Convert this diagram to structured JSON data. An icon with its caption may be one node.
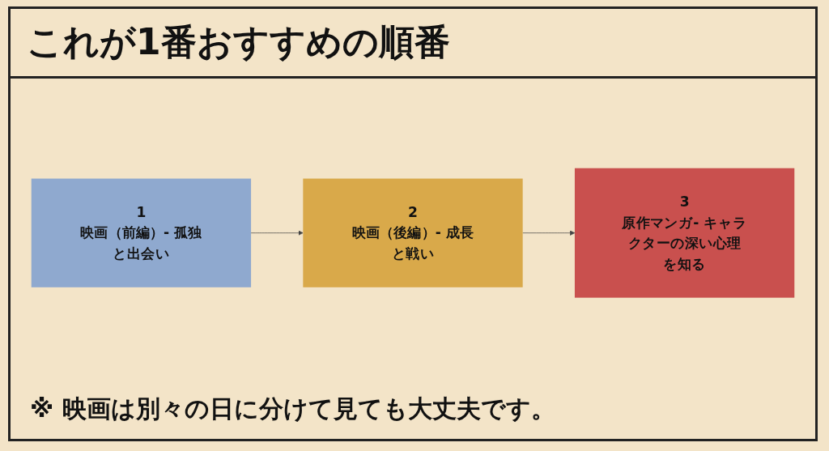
{
  "diagram": {
    "title": "これが1番おすすめの順番",
    "nodes": [
      {
        "text": [
          "1",
          "映画（前編）- 孤独と出会い"
        ]
      },
      {
        "text": [
          "2",
          "映画（後編）- 成長と戦い"
        ]
      },
      {
        "text": [
          "3",
          "原作マンガ- キャラクターの深い心理を知る"
        ]
      }
    ],
    "edges": [
      {
        "from": 0,
        "to": 1,
        "arrow": "to"
      },
      {
        "from": 1,
        "to": 2,
        "arrow": "to"
      }
    ],
    "labels": [
      "※ 映画は別々の日に分けて見ても大丈夫です。"
    ]
  }
}
